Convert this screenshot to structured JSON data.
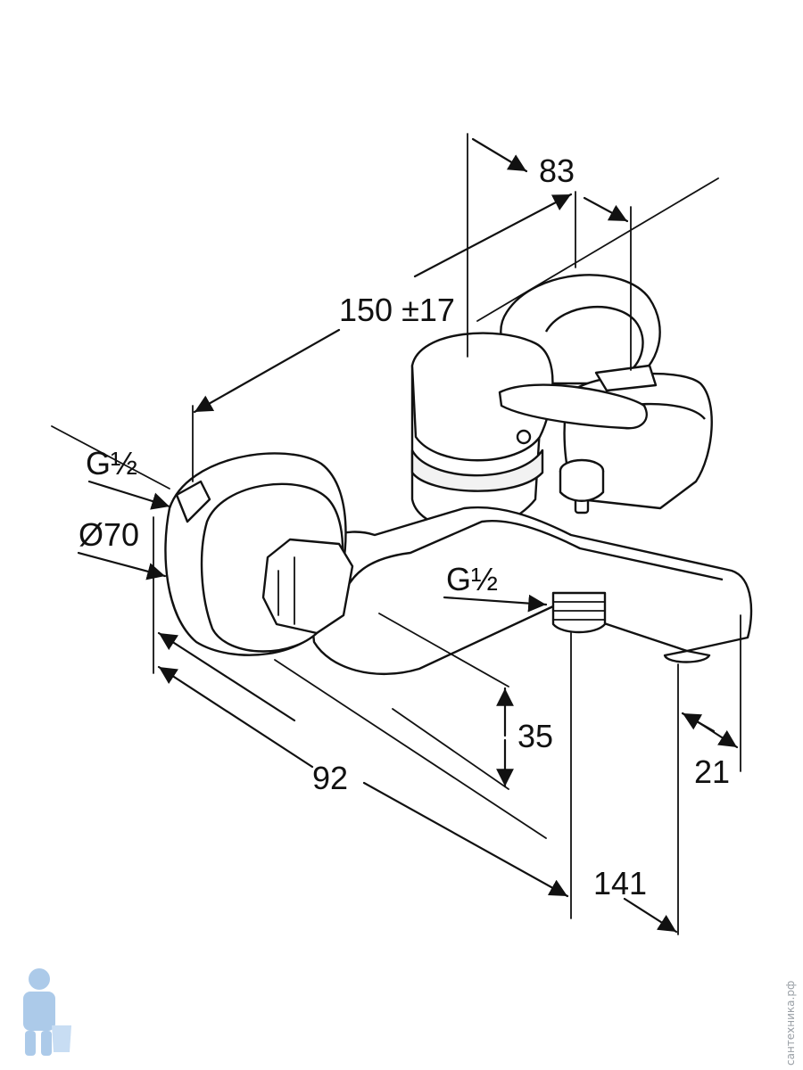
{
  "dimensions": {
    "top_depth": "83",
    "wall_spacing": "150 ±17",
    "left_inlet_thread": "G½",
    "rosette_diameter": "Ø70",
    "outlet_thread": "G½",
    "spout_height": "35",
    "body_projection": "92",
    "spout_projection": "141",
    "spout_width": "21"
  },
  "watermark": {
    "text": "сантехника.рф",
    "logo": "plumber-mascot-icon"
  },
  "colors": {
    "line": "#111111",
    "background": "#ffffff",
    "watermark": "#6aa0d8"
  }
}
